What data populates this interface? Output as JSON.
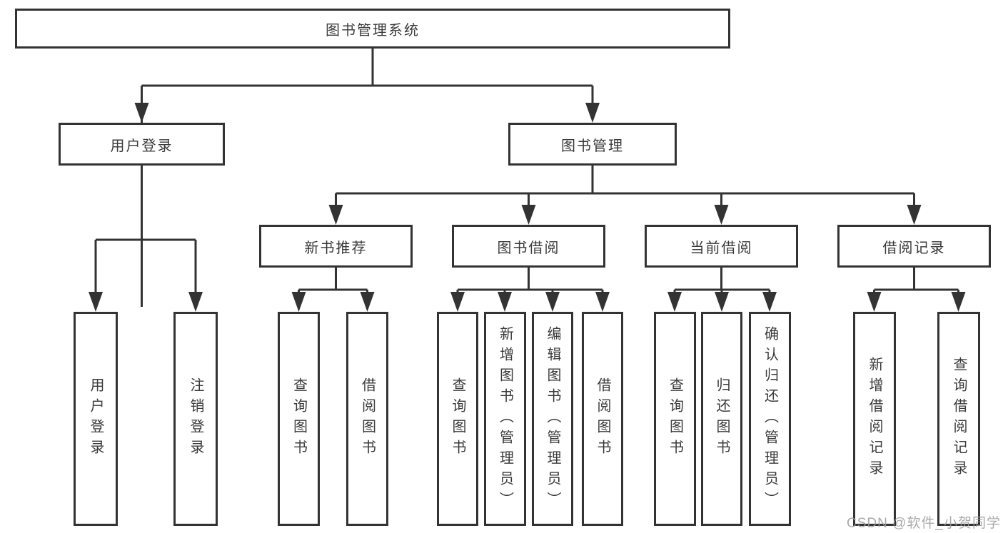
{
  "diagram": {
    "type": "hierarchy-tree",
    "line_color": "#333333",
    "box_border_color": "#333333",
    "text_color": "#3a3a3a",
    "tree": {
      "label": "图书管理系统",
      "children": [
        {
          "label": "用户登录",
          "children": [
            {
              "label": "用户登录"
            },
            {
              "label": "注销登录"
            }
          ]
        },
        {
          "label": "图书管理",
          "children": [
            {
              "label": "新书推荐",
              "children": [
                {
                  "label": "查询图书"
                },
                {
                  "label": "借阅图书"
                }
              ]
            },
            {
              "label": "图书借阅",
              "children": [
                {
                  "label": "查询图书"
                },
                {
                  "label": "新增图书（管理员）"
                },
                {
                  "label": "编辑图书（管理员）"
                },
                {
                  "label": "借阅图书"
                }
              ]
            },
            {
              "label": "当前借阅",
              "children": [
                {
                  "label": "查询图书"
                },
                {
                  "label": "归还图书"
                },
                {
                  "label": "确认归还（管理员）"
                }
              ]
            },
            {
              "label": "借阅记录",
              "children": [
                {
                  "label": "新增借阅记录"
                },
                {
                  "label": "查询借阅记录"
                }
              ]
            }
          ]
        }
      ]
    }
  },
  "watermark": {
    "text": "CSDN @软件_小贺同学",
    "color": "#9c9c9c"
  }
}
